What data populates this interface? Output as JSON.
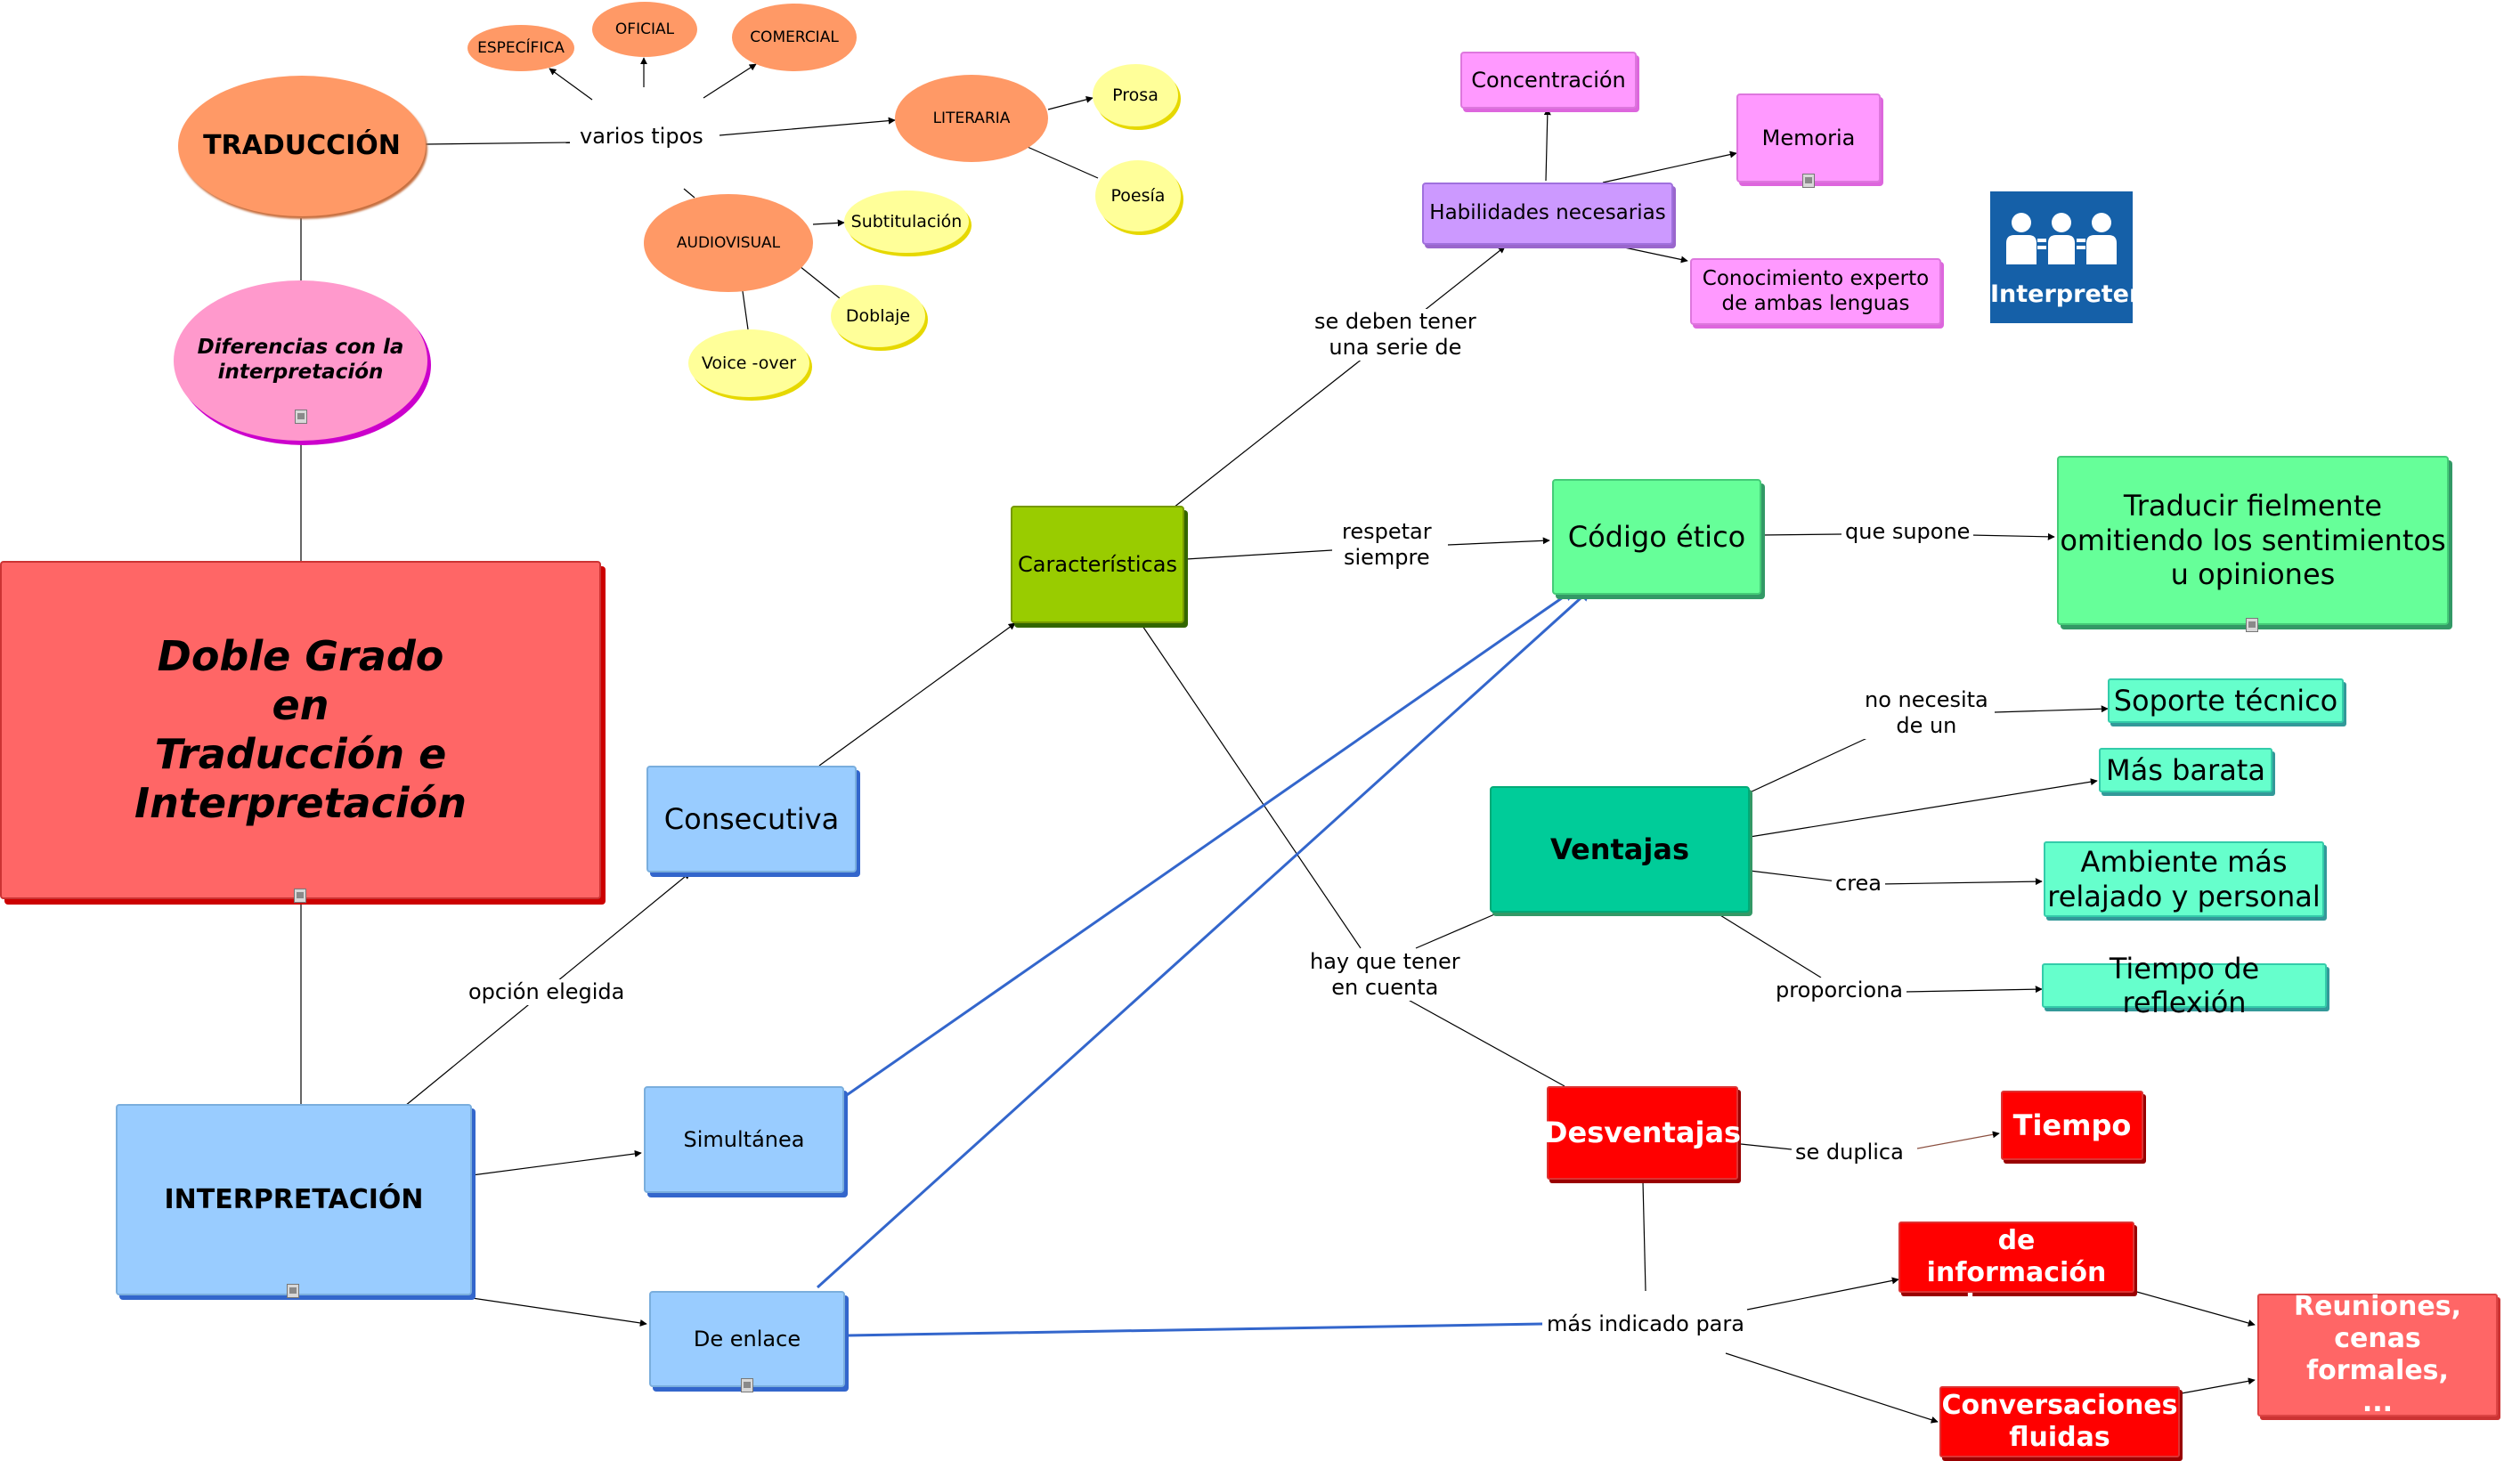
{
  "nodes": {
    "traduccion": "TRADUCCIÓN",
    "especifica": "ESPECÍFICA",
    "oficial": "OFICIAL",
    "comercial": "COMERCIAL",
    "literaria": "LITERARIA",
    "prosa": "Prosa",
    "poesia": "Poesía",
    "audiovisual": "AUDIOVISUAL",
    "subtitulacion": "Subtitulación",
    "doblaje": "Doblaje",
    "voice_over": "Voice -over",
    "diferencias": "Diferencias con la\ninterpretación",
    "doble_grado": "Doble Grado\nen\nTraducción e Interpretación",
    "interpretacion": "INTERPRETACIÓN",
    "consecutiva": "Consecutiva",
    "simultanea": "Simultánea",
    "de_enlace": "De enlace",
    "caracteristicas": "Características",
    "habilidades": "Habilidades necesarias",
    "concentracion": "Concentración",
    "memoria": "Memoria",
    "conocimiento": "Conocimiento experto\nde ambas lenguas",
    "codigo_etico": "Código ético",
    "traducir_fielmente": "Traducir fielmente\nomitiendo los sentimientos\nu opiniones",
    "ventajas": "Ventajas",
    "soporte": "Soporte técnico",
    "mas_barata": "Más barata",
    "ambiente": "Ambiente más\nrelajado y personal",
    "tiempo_reflexion": "Tiempo de reflexión",
    "desventajas": "Desventajas",
    "tiempo": "Tiempo",
    "intercambios": "Intercambios de\ninformación breves",
    "conversaciones": "Conversaciones\nfluidas",
    "reuniones": "Reuniones,\ncenas formales,\n..."
  },
  "links": {
    "varios_tipos": "varios tipos",
    "opcion_elegida": "opción elegida",
    "se_deben_tener": "se deben tener\nuna serie de",
    "respetar_siempre": "respetar\nsiempre",
    "que_supone": "que supone",
    "no_necesita": "no necesita\nde un",
    "crea": "crea",
    "proporciona": "proporciona",
    "hay_que_tener": "hay que tener\nen cuenta",
    "se_duplica": "se duplica",
    "mas_indicado": "más indicado para"
  },
  "logo": {
    "text": "Interpreter",
    "color": "#1560a8"
  },
  "colors": {
    "orange": "#ff9966",
    "yellow": "#ffff99",
    "pink_oval": "#ff99cc",
    "red_main": "#ff6666",
    "light_blue": "#99ccff",
    "green_olive": "#99cc00",
    "violet": "#cc99ff",
    "magenta": "#ff99ff",
    "light_green": "#66ff99",
    "teal": "#00cc99",
    "aqua": "#66ffcc",
    "red": "#ff0000",
    "blue_link": "#3366cc"
  }
}
